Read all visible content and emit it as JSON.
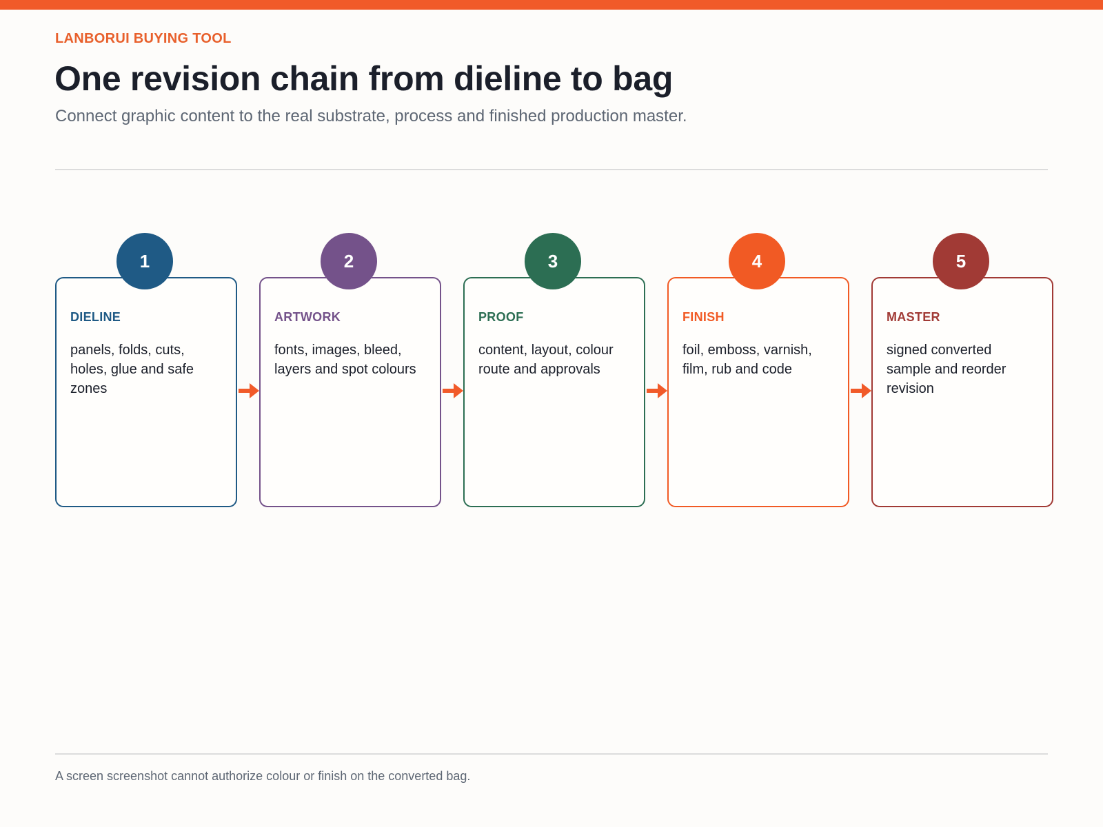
{
  "header": {
    "eyebrow": "LANBORUI BUYING TOOL",
    "title": "One revision chain from dieline to bag",
    "subtitle": "Connect graphic content to the real substrate, process and finished production master."
  },
  "steps": [
    {
      "number": "1",
      "title": "DIELINE",
      "description": "panels, folds, cuts, holes, glue and safe zones",
      "color": "#1f5a85"
    },
    {
      "number": "2",
      "title": "ARTWORK",
      "description": "fonts, images, bleed, layers and spot colours",
      "color": "#74528a"
    },
    {
      "number": "3",
      "title": "PROOF",
      "description": "content, layout, colour route and approvals",
      "color": "#2c6e53"
    },
    {
      "number": "4",
      "title": "FINISH",
      "description": "foil, emboss, varnish, film, rub and code",
      "color": "#f15a24"
    },
    {
      "number": "5",
      "title": "MASTER",
      "description": "signed converted sample and reorder revision",
      "color": "#a13a35"
    }
  ],
  "arrow_color": "#f15a29",
  "footer": {
    "note": "A screen screenshot cannot authorize colour or finish on the converted bag."
  }
}
